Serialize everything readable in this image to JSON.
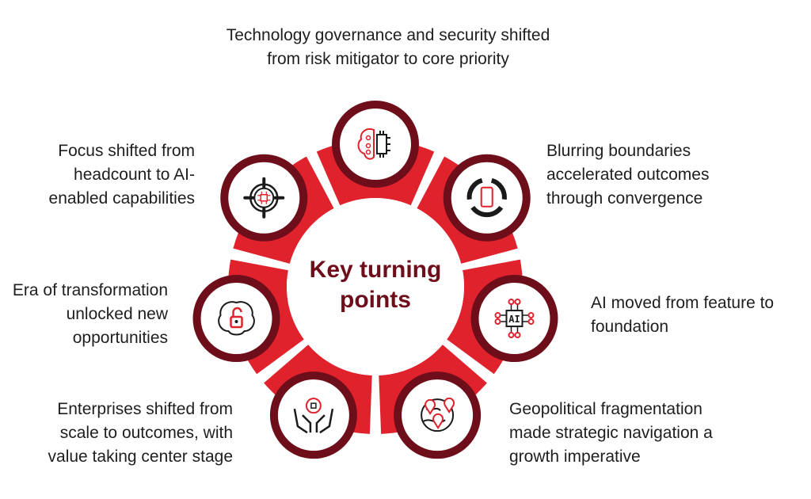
{
  "title": {
    "line1": "Key turning",
    "line2": "points"
  },
  "colors": {
    "ring": "#e0222d",
    "border": "#6e0e1a",
    "icon_dark": "#1a1a1a",
    "icon_accent": "#e0222d"
  },
  "points": [
    {
      "icon": "brain-chip-icon",
      "line1": "Technology governance and security shifted",
      "line2": "from risk mitigator to core priority"
    },
    {
      "icon": "device-convergence-icon",
      "line1": "Blurring boundaries",
      "line2": "accelerated outcomes",
      "line3": "through convergence"
    },
    {
      "icon": "ai-chip-icon",
      "line1": "AI moved from feature to",
      "line2": "foundation"
    },
    {
      "icon": "globe-location-icon",
      "line1": "Geopolitical fragmentation",
      "line2": "made strategic navigation a",
      "line3": "growth imperative"
    },
    {
      "icon": "hands-brain-icon",
      "line1": "Enterprises shifted from",
      "line2": "scale to outcomes, with",
      "line3": "value taking center stage"
    },
    {
      "icon": "brain-unlock-icon",
      "line1": "Era of transformation",
      "line2": "unlocked new",
      "line3": "opportunities"
    },
    {
      "icon": "target-ai-icon",
      "line1": "Focus shifted from",
      "line2": "headcount to AI-",
      "line3": "enabled capabilities"
    }
  ]
}
